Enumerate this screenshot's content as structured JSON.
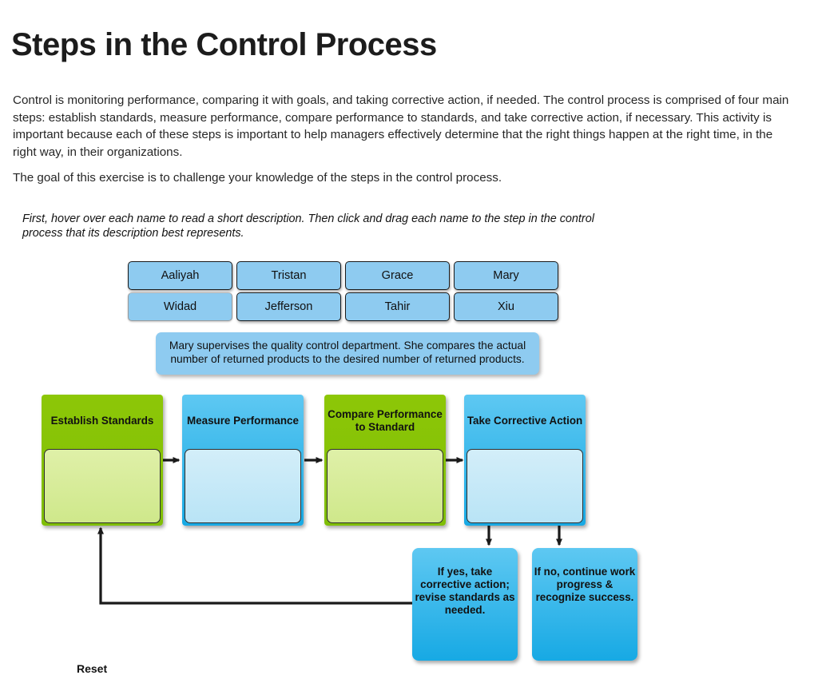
{
  "page": {
    "title": "Steps in the Control Process",
    "intro": "Control is monitoring performance, comparing it with goals, and taking corrective action, if needed. The control process is comprised of four main steps: establish standards, measure performance, compare performance to standards, and take corrective action, if necessary. This activity is important because each of these steps is important to help managers effectively determine that the right things happen at the right time, in the right way, in their organizations.",
    "goal": "The goal of this exercise is to challenge your knowledge of the steps in the control process.",
    "instruction": "First, hover over each name to read a short description. Then click and drag each name to the step in the control process that its description best represents."
  },
  "tiles": {
    "row1": [
      {
        "label": "Aaliyah",
        "state": "normal"
      },
      {
        "label": "Tristan",
        "state": "normal"
      },
      {
        "label": "Grace",
        "state": "normal"
      },
      {
        "label": "Mary",
        "state": "normal"
      }
    ],
    "row2": [
      {
        "label": "Widad",
        "state": "active"
      },
      {
        "label": "Jefferson",
        "state": "normal"
      },
      {
        "label": "Tahir",
        "state": "normal"
      },
      {
        "label": "Xiu",
        "state": "normal"
      }
    ]
  },
  "tooltip": {
    "text": "Mary supervises the quality control department. She compares the actual number of returned products to the desired number of returned products."
  },
  "steps": [
    {
      "label": "Establish Standards",
      "color": "green"
    },
    {
      "label": "Measure Performance",
      "color": "blue"
    },
    {
      "label": "Compare Performance to Standard",
      "color": "green"
    },
    {
      "label": "Take Corrective Action",
      "color": "blue"
    }
  ],
  "outcomes": [
    {
      "label": "If yes, take corrective action; revise standards as needed."
    },
    {
      "label": "If no, continue work progress & recognize success."
    }
  ],
  "controls": {
    "reset_label": "Reset"
  },
  "colors": {
    "tile_blue": "#8ecbf0",
    "step_green": "#8dc707",
    "step_green_drop": "#d7ec99",
    "step_blue": "#17a9e4",
    "step_blue_drop": "#c6e9f8",
    "outcome_blue": "#29b6ea",
    "arrow": "#1a1a1a",
    "text": "#1a1a1a"
  }
}
